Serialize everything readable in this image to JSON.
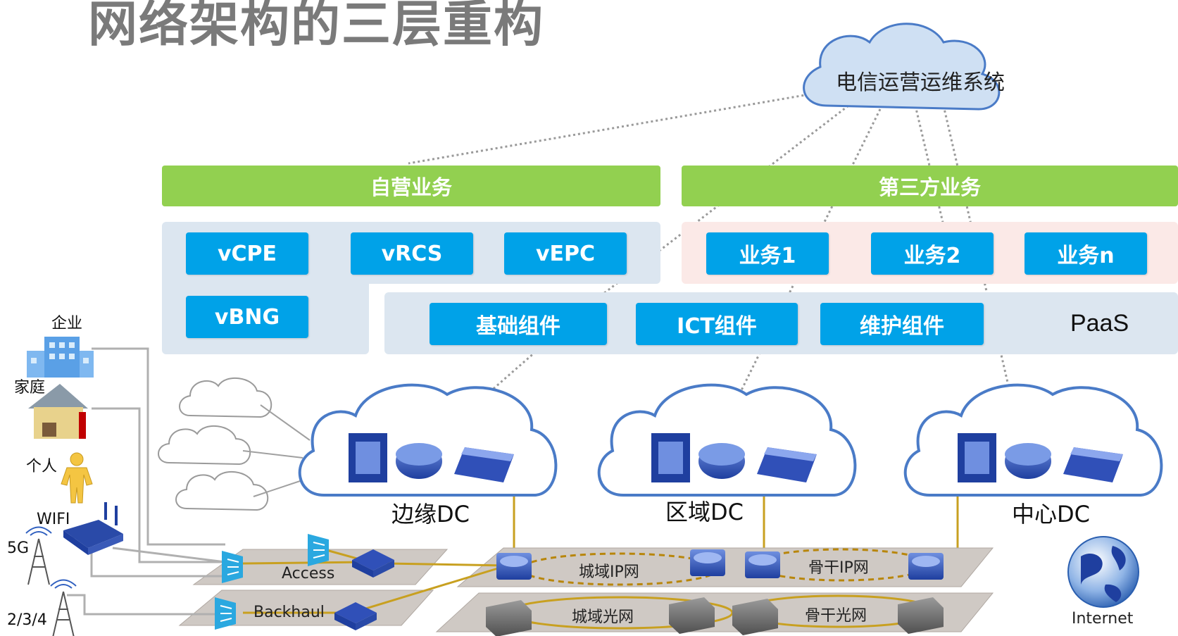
{
  "title": "网络架构的三层重构",
  "ops_cloud": "电信运营运维系统",
  "self_business": "自营业务",
  "third_party_business": "第三方业务",
  "vnf": {
    "vcpe": "vCPE",
    "vrcs": "vRCS",
    "vepc": "vEPC",
    "vbng": "vBNG"
  },
  "third_party_services": [
    "业务1",
    "业务2",
    "业务n"
  ],
  "components": [
    "基础组件",
    "ICT组件",
    "维护组件"
  ],
  "paas": "PaaS",
  "dcs": {
    "edge": "边缘DC",
    "region": "区域DC",
    "center": "中心DC"
  },
  "users": {
    "enterprise": "企业",
    "home": "家庭",
    "personal": "个人",
    "wifi": "WIFI",
    "g5": "5G",
    "g234": "2/3/4"
  },
  "access_layers": {
    "access": "Access",
    "backhaul": "Backhaul"
  },
  "networks": {
    "metro_ip": "城域IP网",
    "backbone_ip": "骨干IP网",
    "metro_optical": "城域光网",
    "backbone_optical": "骨干光网"
  },
  "internet": "Internet",
  "colors": {
    "green": "#92d050",
    "blue_btn": "#00a2e8",
    "panel_blue": "#dce6f0",
    "panel_pink": "#fbe9e7",
    "cloud_fill": "#cfe0f3",
    "cloud_stroke": "#4a7bc7",
    "dashed_gold": "#b8860b"
  }
}
